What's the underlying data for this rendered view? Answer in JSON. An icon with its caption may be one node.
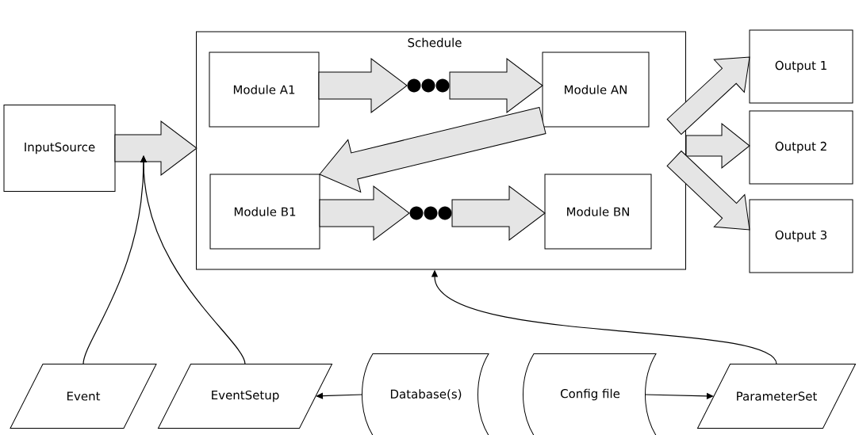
{
  "diagram": {
    "nodes": [
      {
        "text": [
          "InputSource"
        ]
      },
      {
        "text": [
          "Schedule"
        ]
      },
      {
        "text": [
          "Module A1"
        ],
        "in": 1
      },
      {
        "text": [],
        "shape": "circle",
        "in": 1
      },
      {
        "text": [
          "Module AN"
        ],
        "in": 1
      },
      {
        "text": [
          "Module B1"
        ],
        "in": 1
      },
      {
        "text": [],
        "shape": "circle",
        "in": 1
      },
      {
        "text": [
          "Module BN"
        ],
        "in": 1
      },
      {
        "text": [
          "Output 1"
        ]
      },
      {
        "text": [
          "Output 2"
        ]
      },
      {
        "text": [
          "Output 3"
        ]
      },
      {
        "text": [
          "Event"
        ]
      },
      {
        "text": [
          "EventSetup"
        ]
      },
      {
        "text": [
          "Database(s)"
        ]
      },
      {
        "text": [
          "Config file"
        ]
      },
      {
        "text": [
          "ParameterSet"
        ]
      }
    ],
    "edges": [
      {
        "from": 0,
        "to": 1,
        "arrow": "to",
        "style": "thick"
      },
      {
        "from": 2,
        "to": 3,
        "arrow": "to",
        "style": "thick"
      },
      {
        "from": 3,
        "to": 4,
        "arrow": "to",
        "style": "thick"
      },
      {
        "from": 4,
        "to": 5,
        "arrow": "to",
        "style": "thick"
      },
      {
        "from": 5,
        "to": 6,
        "arrow": "to",
        "style": "thick"
      },
      {
        "from": 6,
        "to": 7,
        "arrow": "to",
        "style": "thick"
      },
      {
        "from": 1,
        "to": 8,
        "arrow": "to",
        "style": "thick"
      },
      {
        "from": 1,
        "to": 9,
        "arrow": "to",
        "style": "thick"
      },
      {
        "from": 1,
        "to": 10,
        "arrow": "to",
        "style": "thick"
      },
      {
        "from": 11,
        "to": null,
        "arrow": "to"
      },
      {
        "from": 12,
        "to": null,
        "arrow": "to"
      },
      {
        "from": 13,
        "to": 12,
        "arrow": "to"
      },
      {
        "from": 14,
        "to": 15,
        "arrow": "to"
      },
      {
        "from": 15,
        "to": 1,
        "arrow": "to"
      }
    ]
  }
}
